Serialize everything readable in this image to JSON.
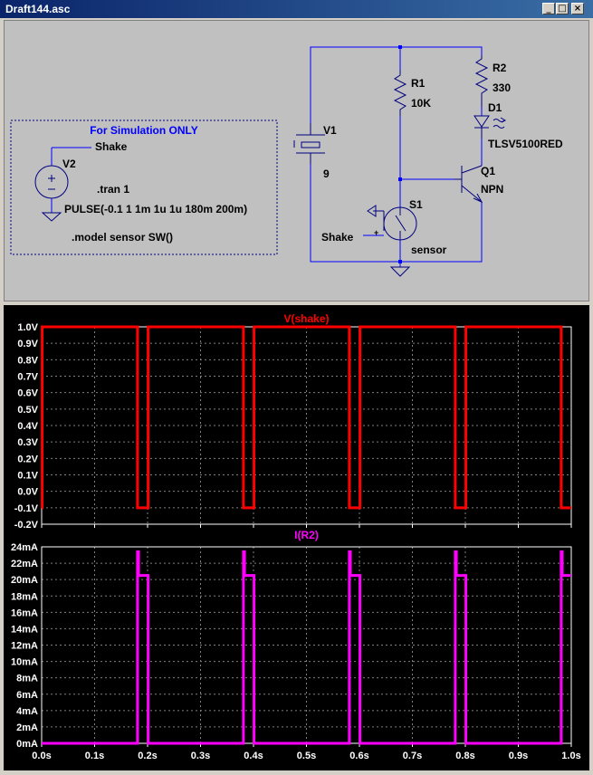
{
  "window": {
    "title": "Draft144.asc"
  },
  "schematic": {
    "directive_box_title": "For Simulation ONLY",
    "v2": {
      "ref": "V2",
      "net": "Shake",
      "value": "PULSE(-0.1 1 1m 1u 1u 180m 200m)"
    },
    "tran": ".tran 1",
    "model": ".model sensor SW()",
    "v1": {
      "ref": "V1",
      "value": "9"
    },
    "r1": {
      "ref": "R1",
      "value": "10K"
    },
    "r2": {
      "ref": "R2",
      "value": "330"
    },
    "d1": {
      "ref": "D1",
      "value": "TLSV5100RED"
    },
    "q1": {
      "ref": "Q1",
      "value": "NPN"
    },
    "s1": {
      "ref": "S1",
      "value": "sensor",
      "ctrl": "Shake",
      "plus": "+"
    },
    "colors": {
      "wire": "#0000ff",
      "component": "#000080",
      "directive": "#0000ff",
      "text": "#000000"
    }
  },
  "chart_data": [
    {
      "type": "line",
      "title": "V(shake)",
      "color": "#ff0000",
      "ylim": [
        -0.2,
        1.0
      ],
      "xlim": [
        0,
        1.0
      ],
      "yticks": [
        {
          "v": 1.0,
          "label": "1.0V"
        },
        {
          "v": 0.9,
          "label": "0.9V"
        },
        {
          "v": 0.8,
          "label": "0.8V"
        },
        {
          "v": 0.7,
          "label": "0.7V"
        },
        {
          "v": 0.6,
          "label": "0.6V"
        },
        {
          "v": 0.5,
          "label": "0.5V"
        },
        {
          "v": 0.4,
          "label": "0.4V"
        },
        {
          "v": 0.3,
          "label": "0.3V"
        },
        {
          "v": 0.2,
          "label": "0.2V"
        },
        {
          "v": 0.1,
          "label": "0.1V"
        },
        {
          "v": 0.0,
          "label": "0.0V"
        },
        {
          "v": -0.1,
          "label": "-0.1V"
        },
        {
          "v": -0.2,
          "label": "-0.2V"
        }
      ],
      "grid": true,
      "series": [
        {
          "x": [
            0,
            0.001,
            0.181,
            0.201,
            0.381,
            0.401,
            0.581,
            0.601,
            0.781,
            0.801,
            0.981,
            1.0
          ],
          "y": [
            -0.1,
            1,
            -0.1,
            1,
            -0.1,
            1,
            -0.1,
            1,
            -0.1,
            1,
            -0.1,
            -0.1
          ]
        }
      ]
    },
    {
      "type": "line",
      "title": "I(R2)",
      "color": "#ff00ff",
      "ylim": [
        0,
        24
      ],
      "xlim": [
        0,
        1.0
      ],
      "yticks": [
        {
          "v": 24,
          "label": "24mA"
        },
        {
          "v": 22,
          "label": "22mA"
        },
        {
          "v": 20,
          "label": "20mA"
        },
        {
          "v": 18,
          "label": "18mA"
        },
        {
          "v": 16,
          "label": "16mA"
        },
        {
          "v": 14,
          "label": "14mA"
        },
        {
          "v": 12,
          "label": "12mA"
        },
        {
          "v": 10,
          "label": "10mA"
        },
        {
          "v": 8,
          "label": "8mA"
        },
        {
          "v": 6,
          "label": "6mA"
        },
        {
          "v": 4,
          "label": "4mA"
        },
        {
          "v": 2,
          "label": "2mA"
        },
        {
          "v": 0,
          "label": "0mA"
        }
      ],
      "xticks": [
        {
          "v": 0.0,
          "label": "0.0s"
        },
        {
          "v": 0.1,
          "label": "0.1s"
        },
        {
          "v": 0.2,
          "label": "0.2s"
        },
        {
          "v": 0.3,
          "label": "0.3s"
        },
        {
          "v": 0.4,
          "label": "0.4s"
        },
        {
          "v": 0.5,
          "label": "0.5s"
        },
        {
          "v": 0.6,
          "label": "0.6s"
        },
        {
          "v": 0.7,
          "label": "0.7s"
        },
        {
          "v": 0.8,
          "label": "0.8s"
        },
        {
          "v": 0.9,
          "label": "0.9s"
        },
        {
          "v": 1.0,
          "label": "1.0s"
        }
      ],
      "grid": true,
      "series": [
        {
          "x": [
            0,
            0.181,
            0.181,
            0.183,
            0.183,
            0.201,
            0.201,
            0.381,
            0.381,
            0.383,
            0.383,
            0.401,
            0.401,
            0.581,
            0.581,
            0.583,
            0.583,
            0.601,
            0.601,
            0.781,
            0.781,
            0.783,
            0.783,
            0.801,
            0.801,
            0.981,
            0.981,
            0.983,
            0.983,
            1.0
          ],
          "y": [
            0,
            0,
            23.4,
            23.4,
            20.5,
            20.5,
            0,
            0,
            23.4,
            23.4,
            20.5,
            20.5,
            0,
            0,
            23.4,
            23.4,
            20.5,
            20.5,
            0,
            0,
            23.4,
            23.4,
            20.5,
            20.5,
            0,
            0,
            23.4,
            23.4,
            20.5,
            20.5
          ]
        }
      ]
    }
  ]
}
